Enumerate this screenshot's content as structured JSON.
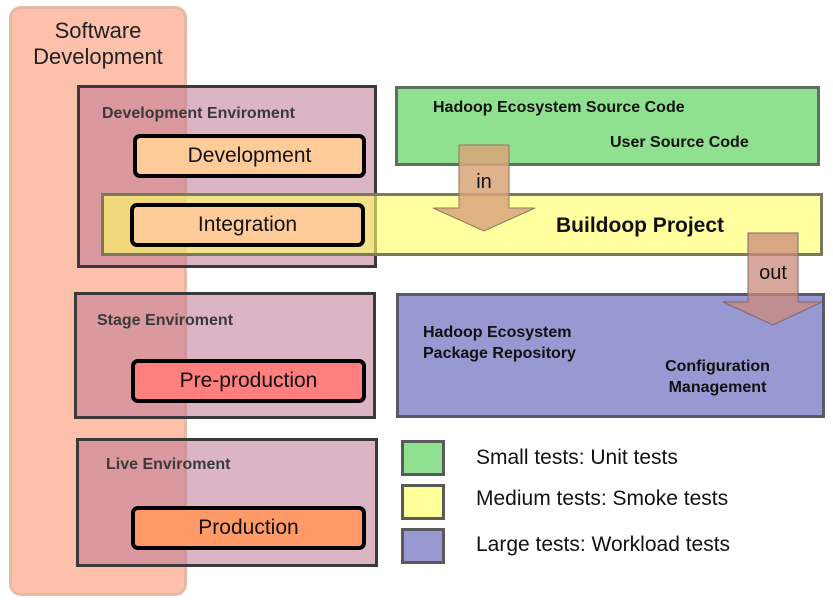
{
  "software_development": {
    "title_line1": "Software",
    "title_line2": "Development"
  },
  "environments": {
    "development": {
      "label": "Development Enviroment",
      "stages": [
        "Development",
        "Integration"
      ]
    },
    "stage": {
      "label": "Stage Enviroment",
      "stages": [
        "Pre-production"
      ]
    },
    "live": {
      "label": "Live Enviroment",
      "stages": [
        "Production"
      ]
    }
  },
  "source": {
    "line1": "Hadoop Ecosystem Source Code",
    "line2": "User Source Code"
  },
  "buildoop": {
    "title": "Buildoop Project",
    "in_label": "in",
    "out_label": "out"
  },
  "repository": {
    "line1": "Hadoop Ecosystem",
    "line2": "Package Repository",
    "config_line1": "Configuration",
    "config_line2": "Management"
  },
  "legend": [
    {
      "label": "Small tests: Unit tests",
      "color": "#8fe08f"
    },
    {
      "label": "Medium tests: Smoke tests",
      "color": "#ffff99"
    },
    {
      "label": "Large tests: Workload tests",
      "color": "#9898d2"
    }
  ],
  "colors": {
    "development": "#ffcc99",
    "integration": "#ffcc99",
    "preproduction": "#ff7f7f",
    "production": "#ff9966",
    "arrow": "#d9a47a"
  }
}
